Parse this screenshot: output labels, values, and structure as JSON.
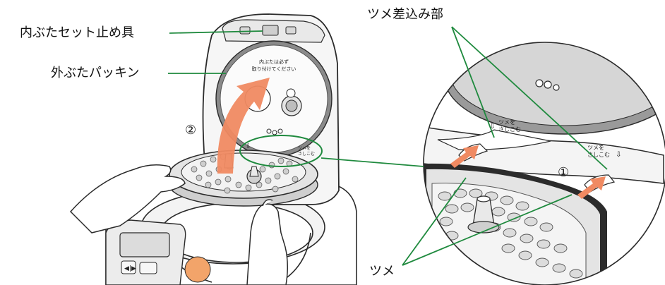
{
  "labels": {
    "inner_lid_stopper": "内ぶたセット止め具",
    "outer_lid_packing": "外ぶたパッキン",
    "claw_insertion": "ツメ差込み部",
    "claw": "ツメ",
    "step_1": "①",
    "step_2": "②"
  },
  "lid_text": {
    "instruction_line1": "内ぶたは必ず",
    "instruction_line2": "取り付けてください",
    "claw_mark": "ツメを",
    "claw_mark2": "さしこむ"
  },
  "colors": {
    "leader_line": "#1f8a3e",
    "step_arrow": "#f08a62",
    "start_button": "#f2a46a",
    "outline": "#2b2b2b"
  }
}
